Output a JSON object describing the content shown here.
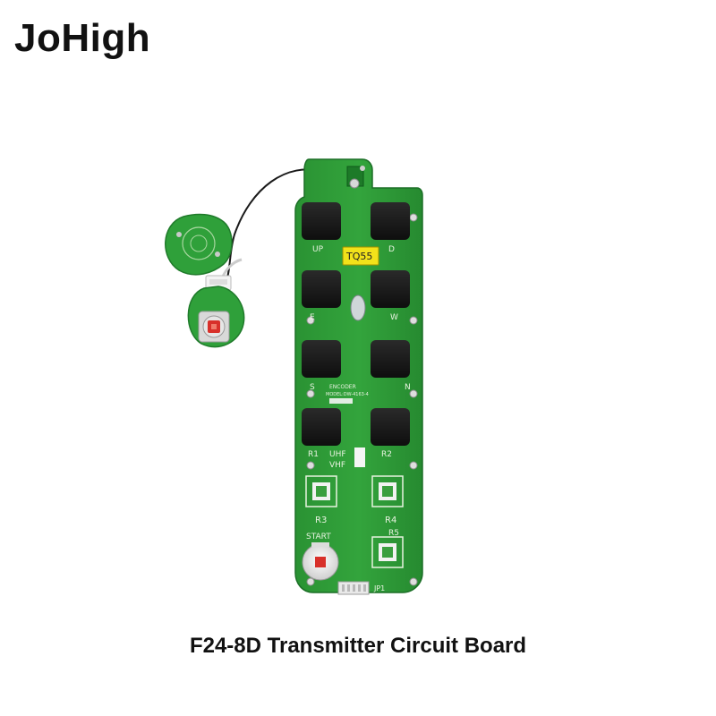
{
  "brand": {
    "name": "JoHigh"
  },
  "caption": {
    "text": "F24-8D Transmitter Circuit Board"
  },
  "board": {
    "chip_label": "TQ55",
    "silk_up": "UP",
    "silk_d": "D",
    "silk_e": "E",
    "silk_w": "W",
    "silk_s": "S",
    "silk_n": "N",
    "silk_r1": "R1",
    "silk_r2": "R2",
    "silk_uhf": "UHF",
    "silk_vhf": "VHF",
    "silk_r3": "R3",
    "silk_r4": "R4",
    "silk_r5": "R5",
    "silk_start": "START",
    "silk_jp1": "JP1",
    "silk_encoder": "ENCODER",
    "silk_model": "MODEL:DW-4163-4"
  },
  "colors": {
    "pcb_green": "#2e9a36",
    "pcb_dark": "#1f7a2a",
    "key_black": "#1a1a1a",
    "chip_yellow": "#f2e21a",
    "switch_red": "#d8302a"
  }
}
